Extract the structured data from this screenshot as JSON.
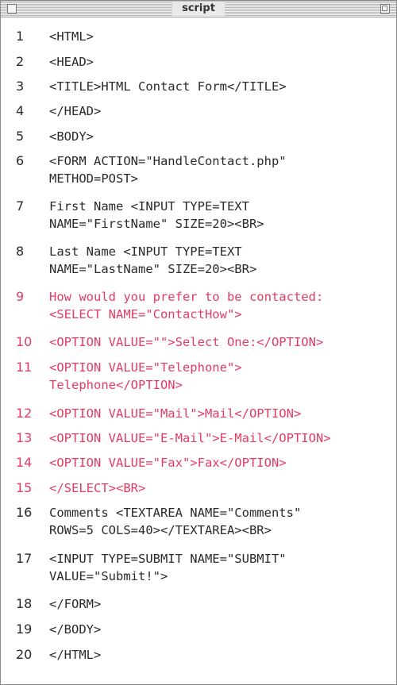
{
  "window": {
    "title": "script"
  },
  "colors": {
    "highlight": "#e33b63",
    "text": "#2a2a2a"
  },
  "lines": [
    {
      "n": "1",
      "text": [
        "<HTML>"
      ],
      "hl": false
    },
    {
      "n": "2",
      "text": [
        "<HEAD>"
      ],
      "hl": false
    },
    {
      "n": "3",
      "text": [
        "<TITLE>HTML Contact Form</TITLE>"
      ],
      "hl": false
    },
    {
      "n": "4",
      "text": [
        "</HEAD>"
      ],
      "hl": false
    },
    {
      "n": "5",
      "text": [
        "<BODY>"
      ],
      "hl": false
    },
    {
      "n": "6",
      "text": [
        "<FORM ACTION=\"HandleContact.php\"",
        "METHOD=POST>"
      ],
      "hl": false
    },
    {
      "n": "7",
      "text": [
        "First Name <INPUT TYPE=TEXT",
        "NAME=\"FirstName\" SIZE=20><BR>"
      ],
      "hl": false
    },
    {
      "n": "8",
      "text": [
        "Last Name <INPUT TYPE=TEXT",
        "NAME=\"LastName\" SIZE=20><BR>"
      ],
      "hl": false
    },
    {
      "n": "9",
      "text": [
        "How would you prefer to be contacted:",
        "<SELECT NAME=\"ContactHow\">"
      ],
      "hl": true
    },
    {
      "n": "10",
      "text": [
        "<OPTION VALUE=\"\">Select One:</OPTION>"
      ],
      "hl": true
    },
    {
      "n": "11",
      "text": [
        "<OPTION VALUE=\"Telephone\">",
        "Telephone</OPTION>"
      ],
      "hl": true
    },
    {
      "n": "12",
      "text": [
        "<OPTION VALUE=\"Mail\">Mail</OPTION>"
      ],
      "hl": true
    },
    {
      "n": "13",
      "text": [
        "<OPTION VALUE=\"E-Mail\">E-Mail</OPTION>"
      ],
      "hl": true
    },
    {
      "n": "14",
      "text": [
        "<OPTION VALUE=\"Fax\">Fax</OPTION>"
      ],
      "hl": true
    },
    {
      "n": "15",
      "text": [
        "</SELECT><BR>"
      ],
      "hl": true
    },
    {
      "n": "16",
      "text": [
        "Comments <TEXTAREA NAME=\"Comments\"",
        "ROWS=5 COLS=40></TEXTAREA><BR>"
      ],
      "hl": false
    },
    {
      "n": "17",
      "text": [
        "<INPUT TYPE=SUBMIT NAME=\"SUBMIT\"",
        "VALUE=\"Submit!\">"
      ],
      "hl": false
    },
    {
      "n": "18",
      "text": [
        "</FORM>"
      ],
      "hl": false
    },
    {
      "n": "19",
      "text": [
        "</BODY>"
      ],
      "hl": false
    },
    {
      "n": "20",
      "text": [
        "</HTML>"
      ],
      "hl": false
    }
  ]
}
